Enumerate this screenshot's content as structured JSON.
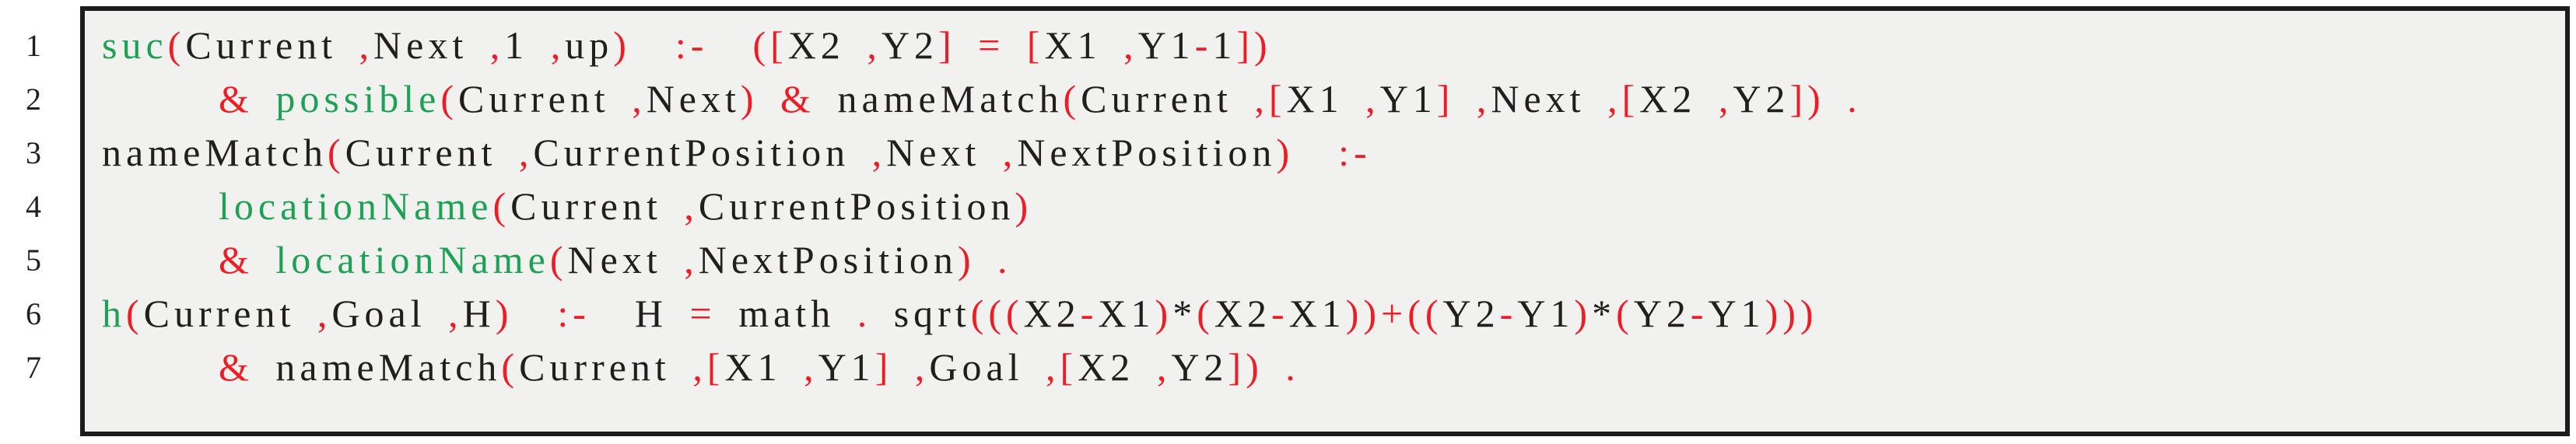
{
  "figure": {
    "type": "code-listing",
    "language_style": "prolog-like",
    "colors": {
      "green": "#1da155",
      "red": "#ee1c24",
      "black": "#221e1f",
      "frame_border": "#1c1c1c",
      "frame_background": "#f1f1ef",
      "page_background": "#ffffff"
    },
    "plain_text": [
      "suc(Current,Next,1,up) :- ([X2,Y2] = [X1,Y1-1])",
      "& possible(Current,Next) & nameMatch(Current,[X1,Y1],Next,[X2,Y2]).",
      "nameMatch(Current,CurrentPosition,Next,NextPosition) :-",
      "locationName(Current,CurrentPosition)",
      "& locationName(Next,NextPosition).",
      "h(Current,Goal,H) :- H = math.sqrt(((X2-X1)*(X2-X1))+((Y2-Y1)*(Y2-Y1)))",
      "& nameMatch(Current,[X1,Y1],Goal,[X2,Y2])."
    ],
    "lines": [
      {
        "number": "1",
        "indent": false,
        "tokens": [
          {
            "c": "g",
            "t": "suc"
          },
          {
            "c": "r",
            "t": "("
          },
          {
            "c": "k",
            "t": "Current"
          },
          {
            "c": "r",
            "t": " ,"
          },
          {
            "c": "k",
            "t": "Next"
          },
          {
            "c": "r",
            "t": " ,"
          },
          {
            "c": "k",
            "t": "1"
          },
          {
            "c": "r",
            "t": " ,"
          },
          {
            "c": "k",
            "t": "up"
          },
          {
            "c": "r",
            "t": ")  :-  (["
          },
          {
            "c": "k",
            "t": "X2"
          },
          {
            "c": "r",
            "t": " ,"
          },
          {
            "c": "k",
            "t": "Y2"
          },
          {
            "c": "r",
            "t": "] = ["
          },
          {
            "c": "k",
            "t": "X1"
          },
          {
            "c": "r",
            "t": " ,"
          },
          {
            "c": "k",
            "t": "Y1"
          },
          {
            "c": "r",
            "t": "-"
          },
          {
            "c": "k",
            "t": "1"
          },
          {
            "c": "r",
            "t": "])"
          }
        ]
      },
      {
        "number": "2",
        "indent": true,
        "tokens": [
          {
            "c": "r",
            "t": "& "
          },
          {
            "c": "g",
            "t": "possible"
          },
          {
            "c": "r",
            "t": "("
          },
          {
            "c": "k",
            "t": "Current"
          },
          {
            "c": "r",
            "t": " ,"
          },
          {
            "c": "k",
            "t": "Next"
          },
          {
            "c": "r",
            "t": ") & "
          },
          {
            "c": "k",
            "t": "nameMatch"
          },
          {
            "c": "r",
            "t": "("
          },
          {
            "c": "k",
            "t": "Current"
          },
          {
            "c": "r",
            "t": " ,["
          },
          {
            "c": "k",
            "t": "X1"
          },
          {
            "c": "r",
            "t": " ,"
          },
          {
            "c": "k",
            "t": "Y1"
          },
          {
            "c": "r",
            "t": "] ,"
          },
          {
            "c": "k",
            "t": "Next"
          },
          {
            "c": "r",
            "t": " ,["
          },
          {
            "c": "k",
            "t": "X2"
          },
          {
            "c": "r",
            "t": " ,"
          },
          {
            "c": "k",
            "t": "Y2"
          },
          {
            "c": "r",
            "t": "]) ."
          }
        ]
      },
      {
        "number": "3",
        "indent": false,
        "tokens": [
          {
            "c": "k",
            "t": "nameMatch"
          },
          {
            "c": "r",
            "t": "("
          },
          {
            "c": "k",
            "t": "Current"
          },
          {
            "c": "r",
            "t": " ,"
          },
          {
            "c": "k",
            "t": "CurrentPosition"
          },
          {
            "c": "r",
            "t": " ,"
          },
          {
            "c": "k",
            "t": "Next"
          },
          {
            "c": "r",
            "t": " ,"
          },
          {
            "c": "k",
            "t": "NextPosition"
          },
          {
            "c": "r",
            "t": ")  :-"
          }
        ]
      },
      {
        "number": "4",
        "indent": true,
        "tokens": [
          {
            "c": "g",
            "t": "locationName"
          },
          {
            "c": "r",
            "t": "("
          },
          {
            "c": "k",
            "t": "Current"
          },
          {
            "c": "r",
            "t": " ,"
          },
          {
            "c": "k",
            "t": "CurrentPosition"
          },
          {
            "c": "r",
            "t": ")"
          }
        ]
      },
      {
        "number": "5",
        "indent": true,
        "tokens": [
          {
            "c": "r",
            "t": "& "
          },
          {
            "c": "g",
            "t": "locationName"
          },
          {
            "c": "r",
            "t": "("
          },
          {
            "c": "k",
            "t": "Next"
          },
          {
            "c": "r",
            "t": " ,"
          },
          {
            "c": "k",
            "t": "NextPosition"
          },
          {
            "c": "r",
            "t": ") ."
          }
        ]
      },
      {
        "number": "6",
        "indent": false,
        "tokens": [
          {
            "c": "g",
            "t": "h"
          },
          {
            "c": "r",
            "t": "("
          },
          {
            "c": "k",
            "t": "Current"
          },
          {
            "c": "r",
            "t": " ,"
          },
          {
            "c": "k",
            "t": "Goal"
          },
          {
            "c": "r",
            "t": " ,"
          },
          {
            "c": "k",
            "t": "H"
          },
          {
            "c": "r",
            "t": ")  :-  "
          },
          {
            "c": "k",
            "t": "H "
          },
          {
            "c": "r",
            "t": "= "
          },
          {
            "c": "k",
            "t": "math"
          },
          {
            "c": "r",
            "t": " . "
          },
          {
            "c": "k",
            "t": "sqrt"
          },
          {
            "c": "r",
            "t": "((("
          },
          {
            "c": "k",
            "t": "X2"
          },
          {
            "c": "r",
            "t": "-"
          },
          {
            "c": "k",
            "t": "X1"
          },
          {
            "c": "r",
            "t": ")"
          },
          {
            "c": "k",
            "t": "*"
          },
          {
            "c": "r",
            "t": "("
          },
          {
            "c": "k",
            "t": "X2"
          },
          {
            "c": "r",
            "t": "-"
          },
          {
            "c": "k",
            "t": "X1"
          },
          {
            "c": "r",
            "t": "))+(("
          },
          {
            "c": "k",
            "t": "Y2"
          },
          {
            "c": "r",
            "t": "-"
          },
          {
            "c": "k",
            "t": "Y1"
          },
          {
            "c": "r",
            "t": ")"
          },
          {
            "c": "k",
            "t": "*"
          },
          {
            "c": "r",
            "t": "("
          },
          {
            "c": "k",
            "t": "Y2"
          },
          {
            "c": "r",
            "t": "-"
          },
          {
            "c": "k",
            "t": "Y1"
          },
          {
            "c": "r",
            "t": ")))"
          }
        ]
      },
      {
        "number": "7",
        "indent": true,
        "tokens": [
          {
            "c": "r",
            "t": "& "
          },
          {
            "c": "k",
            "t": "nameMatch"
          },
          {
            "c": "r",
            "t": "("
          },
          {
            "c": "k",
            "t": "Current"
          },
          {
            "c": "r",
            "t": " ,["
          },
          {
            "c": "k",
            "t": "X1"
          },
          {
            "c": "r",
            "t": " ,"
          },
          {
            "c": "k",
            "t": "Y1"
          },
          {
            "c": "r",
            "t": "] ,"
          },
          {
            "c": "k",
            "t": "Goal"
          },
          {
            "c": "r",
            "t": " ,["
          },
          {
            "c": "k",
            "t": "X2"
          },
          {
            "c": "r",
            "t": " ,"
          },
          {
            "c": "k",
            "t": "Y2"
          },
          {
            "c": "r",
            "t": "]) ."
          }
        ]
      }
    ]
  }
}
